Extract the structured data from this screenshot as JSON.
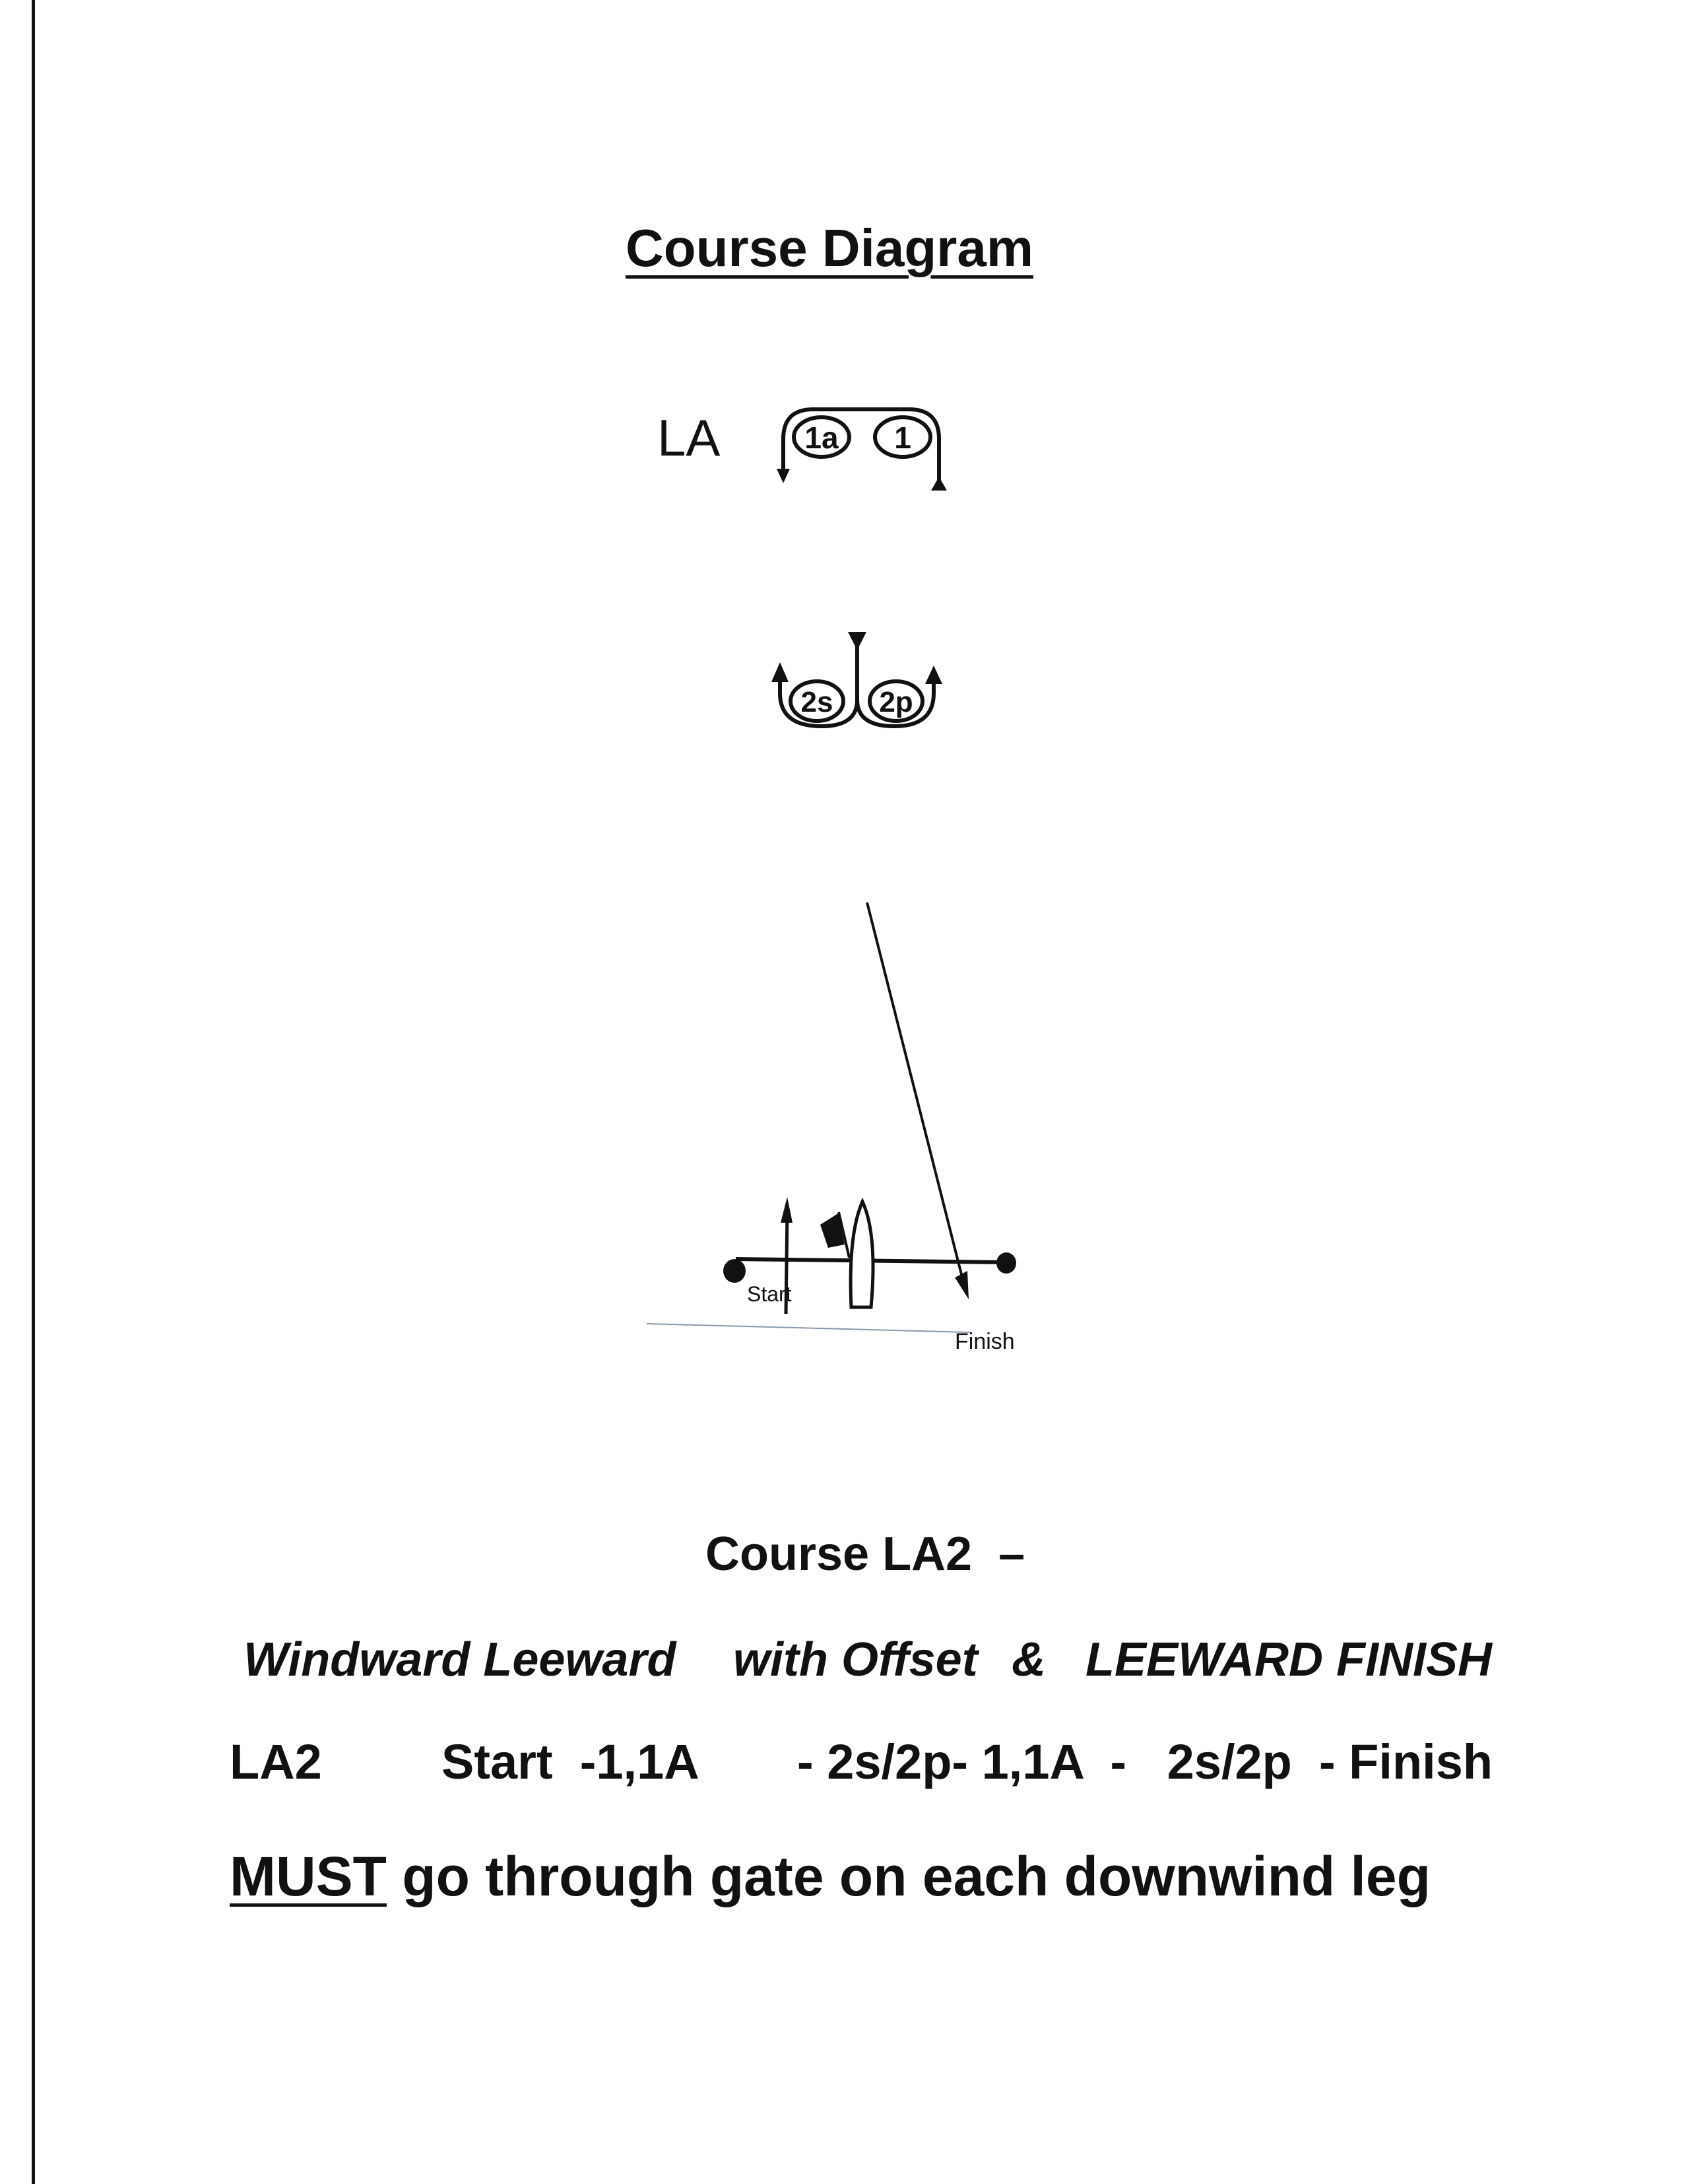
{
  "title": "Course Diagram",
  "diagram": {
    "course_code": "LA",
    "marks": {
      "mark_1a": "1a",
      "mark_1": "1",
      "mark_2s": "2s",
      "mark_2p": "2p"
    },
    "start_label": "Start",
    "finish_label": "Finish"
  },
  "course_heading": "Course LA2  –",
  "description": {
    "part1": "Windward Leeward",
    "part2": "with Offset",
    "part3": "&",
    "part4": "LEEWARD FINISH"
  },
  "sequence": {
    "code": "LA2",
    "start": "Start  -1,1A",
    "rest": "- 2s/2p- 1,1A  -   2s/2p  - Finish"
  },
  "note": {
    "emphasis": "MUST",
    "text": " go through gate on each downwind leg"
  }
}
